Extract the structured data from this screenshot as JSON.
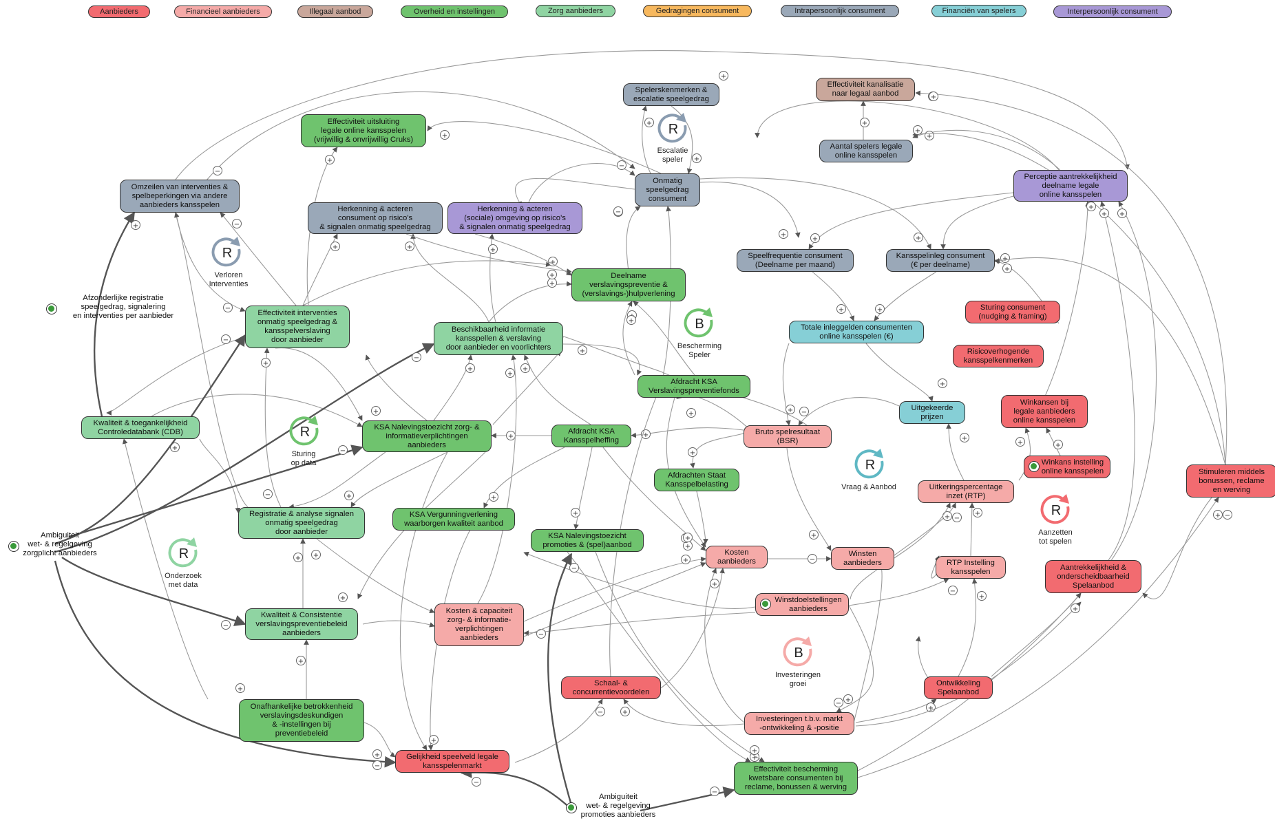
{
  "legend": [
    {
      "label": "Aanbieders",
      "color": "#f26b70"
    },
    {
      "label": "Financieel aanbieders",
      "color": "#f5aaa8"
    },
    {
      "label": "Illegaal aanbod",
      "color": "#c9a79b"
    },
    {
      "label": "Overheid en instellingen",
      "color": "#6fc36e"
    },
    {
      "label": "Zorg aanbieders",
      "color": "#8fd4a2"
    },
    {
      "label": "Gedragingen consument",
      "color": "#f7b85e"
    },
    {
      "label": "Intrapersoonlijk consument",
      "color": "#9aa8b8"
    },
    {
      "label": "Financiën van spelers",
      "color": "#86cfd6"
    },
    {
      "label": "Interpersoonlijk consument",
      "color": "#a898d6"
    }
  ],
  "nodes": {
    "spelerskenmerken": "Spelerskenmerken &\nescalatie speelgedrag",
    "effectiviteit_kanalisatie": "Effectiviteit kanalisatie\nnaar legaal aanbod",
    "effectiviteit_uitsluiting": "Effectiviteit uitsluiting\nlegale online kansspelen\n(vrijwillig & onvrijwillig Cruks)",
    "aantal_spelers": "Aantal spelers legale\nonline kansspelen",
    "onmatig_speelgedrag": "Onmatig\nspeelgedrag\nconsument",
    "perceptie": "Perceptie aantrekkelijkheid\ndeelname legale\nonline kansspelen",
    "omzeilen": "Omzeilen van interventies &\nspelbeperkingen via andere\naanbieders kansspelen",
    "herkenning_consument": "Herkenning & acteren\nconsument op risico's\n& signalen onmatig speelgedrag",
    "herkenning_omgeving": "Herkenning & acteren\n(sociale) omgeving op risico's\n& signalen onmatig speelgedrag",
    "deelname_preventie": "Deelname\nverslavingspreventie &\n(verslavings-)hulpverlening",
    "speelfrequentie": "Speelfrequentie consument\n(Deelname per maand)",
    "kansspelinleg": "Kansspelinleg consument\n(€ per deelname)",
    "effectiviteit_interventies": "Effectiviteit interventies\nonmatig speelgedrag &\nkansspelverslaving\ndoor aanbieder",
    "beschikbaarheid": "Beschikbaarheid informatie\nkansspellen & verslaving\ndoor aanbieder en voorlichters",
    "sturing_consument": "Sturing consument\n(nudging & framing)",
    "totale_inleggelden": "Totale inleggelden consumenten\nonline kansspelen (€)",
    "risicoverhogende": "Risicoverhogende\nkansspelkenmerken",
    "afdracht_ksa_vpf": "Afdracht KSA\nVerslavingspreventiefonds",
    "kwaliteit_cdb": "Kwaliteit & toegankelijkheid\nControledatabank (CDB)",
    "ksa_naleving_zorg": "KSA Nalevingstoezicht zorg- &\ninformatieverplichtingen\naanbieders",
    "afdracht_ksa_heffing": "Afdracht KSA\nKansspelheffing",
    "bruto_spelresultaat": "Bruto spelresultaat\n(BSR)",
    "uitgekeerde_prijzen": "Uitgekeerde\nprijzen",
    "winkansen": "Winkansen bij\nlegale aanbieders\nonline kansspelen",
    "winkans_instelling": "Winkans instelling\nonline kansspelen",
    "stimuleren": "Stimuleren middels\nbonussen, reclame\nen werving",
    "registratie_analyse": "Registratie & analyse signalen\nonmatig speelgedrag\ndoor aanbieder",
    "ksa_vergunning": "KSA Vergunningverlening\nwaarborgen kwaliteit aanbod",
    "afdrachten_staat": "Afdrachten Staat\nKansspelbelasting",
    "uitkeringspercentage": "Uitkeringspercentage\ninzet (RTP)",
    "ksa_naleving_promoties": "KSA Nalevingstoezicht\npromoties & (spel)aanbod",
    "kosten_aanbieders": "Kosten\naanbieders",
    "winsten_aanbieders": "Winsten\naanbieders",
    "rtp_instelling": "RTP Instelling\nkansspelen",
    "aantrekkelijkheid": "Aantrekkelijkheid &\nonderscheidbaarheid\nSpelaanbod",
    "winstdoelstellingen": "Winstdoelstellingen\naanbieders",
    "kwaliteit_consistentie": "Kwaliteit & Consistentie\nverslavingspreventiebeleid\naanbieders",
    "kosten_capaciteit": "Kosten & capaciteit\nzorg- & informatie-\nverplichtingen\naanbieders",
    "schaal_concurrentie": "Schaal- &\nconcurrentievoordelen",
    "ontwikkeling_spelaanbod": "Ontwikkeling\nSpelaanbod",
    "investeringen": "Investeringen t.b.v. markt\n-ontwikkeling & -positie",
    "onafhankelijke": "Onafhankelijke betrokkenheid\nverslavingsdeskundigen\n& -instellingen bij\npreventiebeleid",
    "gelijkheid": "Gelijkheid speelveld legale\nkansspelenmarkt",
    "effectiviteit_bescherming": "Effectiviteit bescherming\nkwetsbare consumenten bij\nreclame, bonussen & werving"
  },
  "free_text": {
    "afzonderlijke": "Afzonderlijke registratie\nspeelgedrag, signalering\nen interventies per aanbieder",
    "ambiguiteit_zorg": "Ambiguiteit\nwet- & regelgeving\nzorgplicht aanbieders",
    "ambiguiteit_promoties": "Ambiguiteit\nwet- & regelgeving\npromoties aanbieders"
  },
  "loops": [
    {
      "type": "R",
      "label": "Escalatie\nspeler",
      "color": "#8a9cb0"
    },
    {
      "type": "R",
      "label": "Verloren\nInterventies",
      "color": "#8a9cb0"
    },
    {
      "type": "B",
      "label": "Bescherming\nSpeler",
      "color": "#6fc36e"
    },
    {
      "type": "R",
      "label": "Sturing\nop data",
      "color": "#6fc36e"
    },
    {
      "type": "R",
      "label": "Vraag & Aanbod",
      "color": "#5fb8c4"
    },
    {
      "type": "R",
      "label": "Aanzetten\ntot spelen",
      "color": "#f26b70"
    },
    {
      "type": "R",
      "label": "Onderzoek\nmet data",
      "color": "#8fd4a2"
    },
    {
      "type": "B",
      "label": "Investeringen\ngroei",
      "color": "#f5aaa8"
    }
  ],
  "polarity": {
    "plus": "+",
    "minus": "−"
  }
}
